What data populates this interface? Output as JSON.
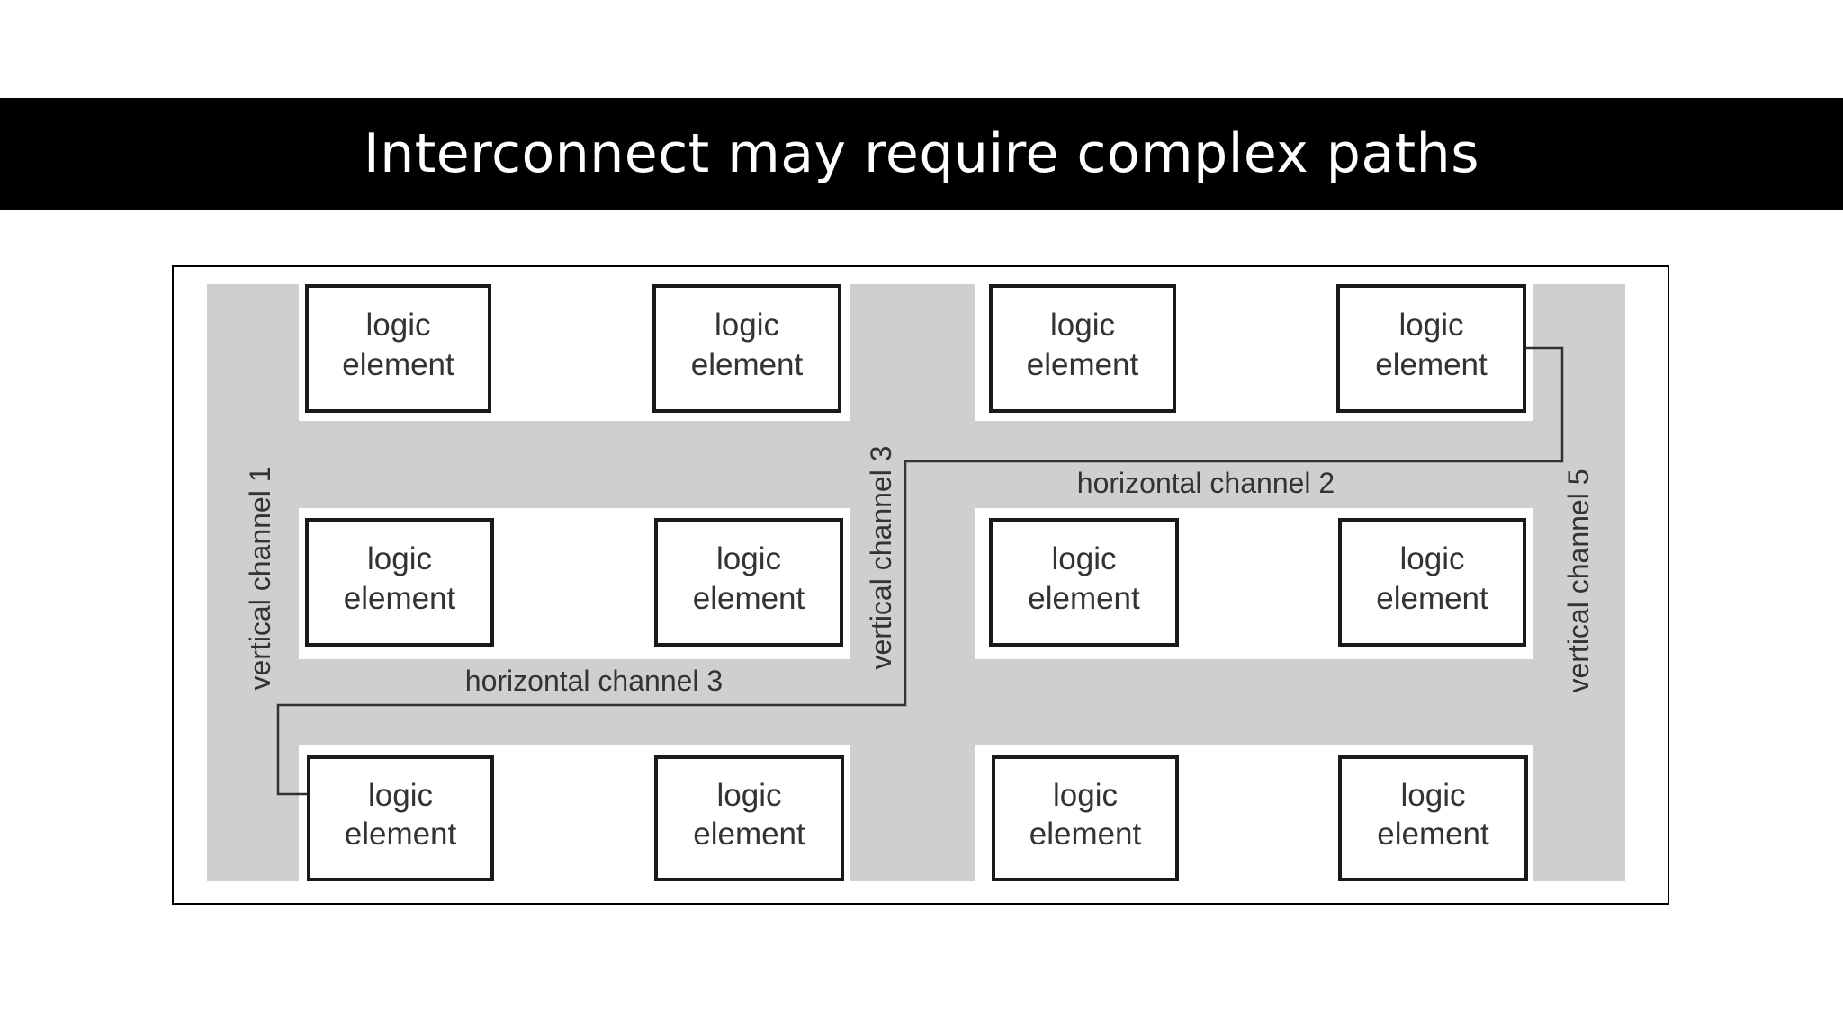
{
  "slide": {
    "title": "Interconnect may require complex paths"
  },
  "diagram": {
    "colors": {
      "channel": "#cfced0",
      "block_fill": "#ffffff",
      "block_stroke": "#1a1a1a",
      "label": "#333333",
      "wire": "#333333",
      "frame": "#000000"
    },
    "logic_elements": [
      {
        "line1": "logic",
        "line2": "element"
      },
      {
        "line1": "logic",
        "line2": "element"
      },
      {
        "line1": "logic",
        "line2": "element"
      },
      {
        "line1": "logic",
        "line2": "element"
      },
      {
        "line1": "logic",
        "line2": "element"
      },
      {
        "line1": "logic",
        "line2": "element"
      },
      {
        "line1": "logic",
        "line2": "element"
      },
      {
        "line1": "logic",
        "line2": "element"
      },
      {
        "line1": "logic",
        "line2": "element"
      },
      {
        "line1": "logic",
        "line2": "element"
      },
      {
        "line1": "logic",
        "line2": "element"
      },
      {
        "line1": "logic",
        "line2": "element"
      }
    ],
    "channel_labels": {
      "vertical_1": "vertical channel 1",
      "vertical_3": "vertical channel 3",
      "vertical_5": "vertical channel 5",
      "horizontal_2": "horizontal channel 2",
      "horizontal_3": "horizontal channel 3"
    }
  }
}
